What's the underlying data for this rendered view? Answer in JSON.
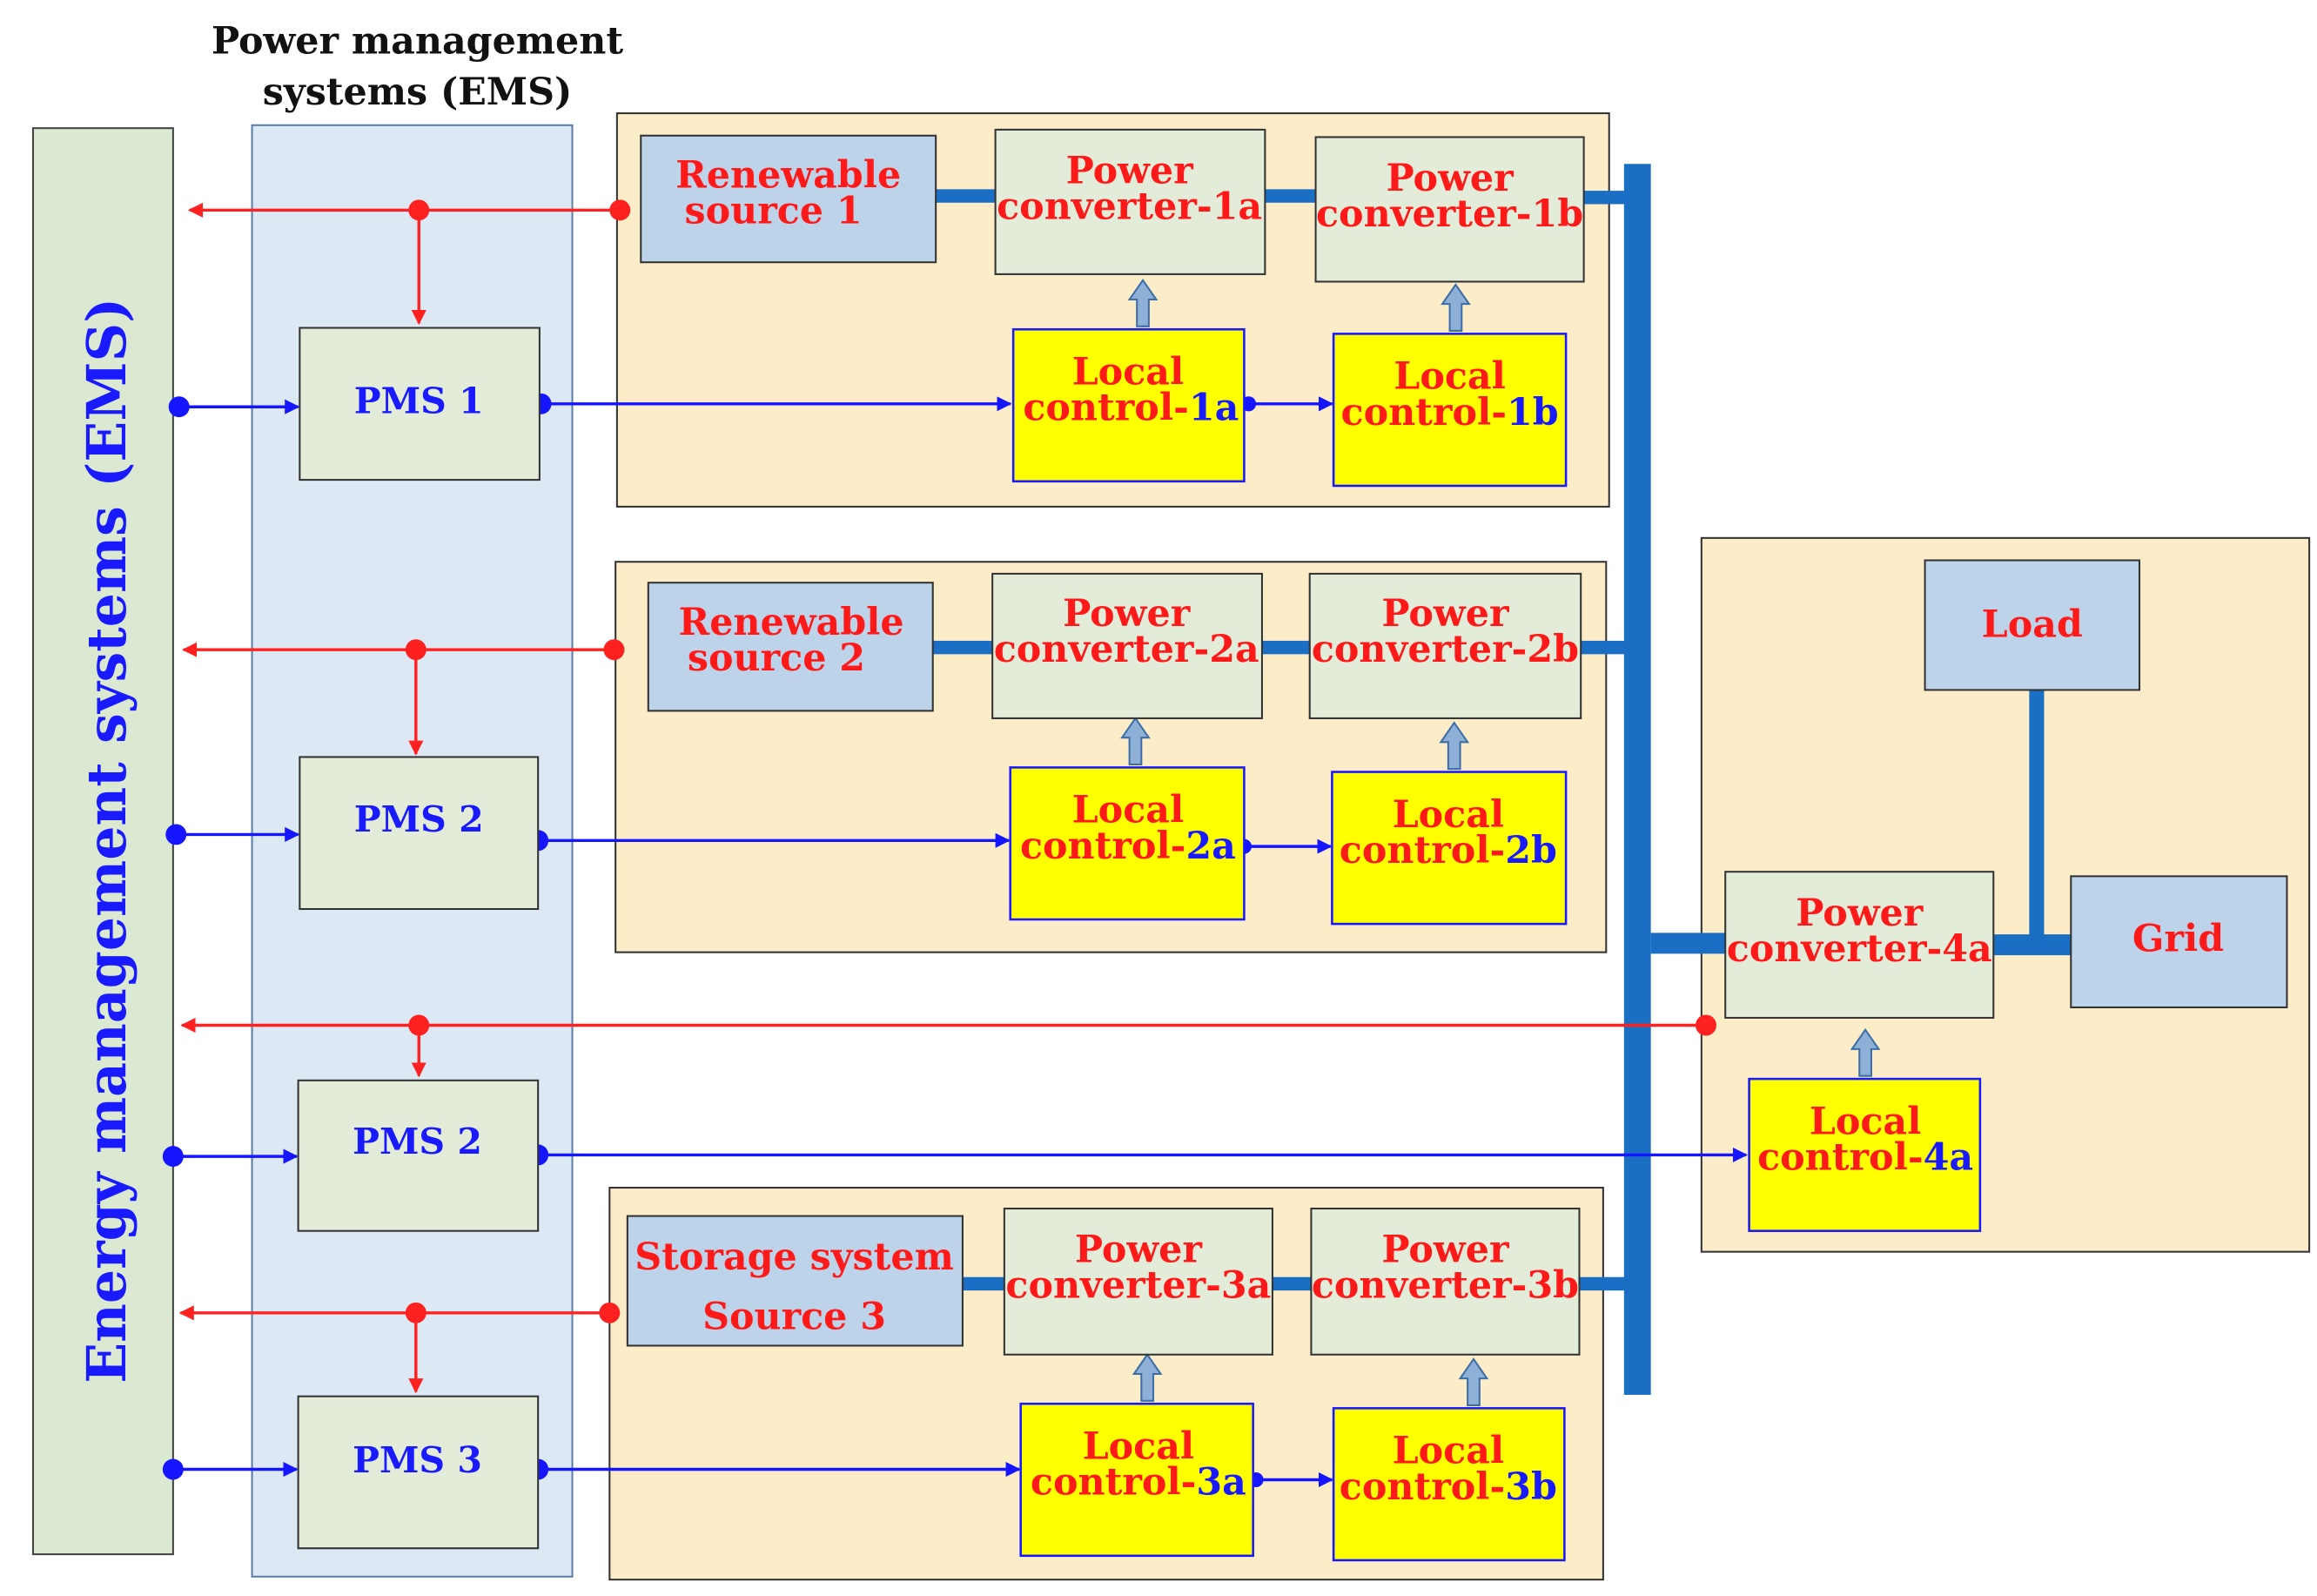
{
  "pms_column_title": [
    "Power management",
    "systems (EMS)"
  ],
  "ems_bar_label": "Energy management systems (EMS)",
  "pms_blocks": [
    {
      "id": "pms1",
      "label": "PMS 1"
    },
    {
      "id": "pms2",
      "label": "PMS 2"
    },
    {
      "id": "pms2b",
      "label": "PMS 2"
    },
    {
      "id": "pms3",
      "label": "PMS 3"
    }
  ],
  "sources": [
    {
      "id": "src1",
      "lines": [
        "Renewable",
        "source  1"
      ]
    },
    {
      "id": "src2",
      "lines": [
        "Renewable",
        "source  2"
      ]
    },
    {
      "id": "src3",
      "lines": [
        "Storage system",
        "Source  3"
      ]
    }
  ],
  "converters": [
    {
      "id": "pc1a",
      "lines": [
        "Power",
        "converter-1a"
      ]
    },
    {
      "id": "pc1b",
      "lines": [
        "Power",
        "converter-1b"
      ]
    },
    {
      "id": "pc2a",
      "lines": [
        "Power",
        "converter-2a"
      ]
    },
    {
      "id": "pc2b",
      "lines": [
        "Power",
        "converter-2b"
      ]
    },
    {
      "id": "pc3a",
      "lines": [
        "Power",
        "converter-3a"
      ]
    },
    {
      "id": "pc3b",
      "lines": [
        "Power",
        "converter-3b"
      ]
    },
    {
      "id": "pc4a",
      "lines": [
        "Power",
        "converter-4a"
      ]
    }
  ],
  "local_controls": [
    {
      "id": "lc1a",
      "line1": "Local",
      "prefix": "control-",
      "suffix": "1a"
    },
    {
      "id": "lc1b",
      "line1": "Local",
      "prefix": "control-",
      "suffix": "1b"
    },
    {
      "id": "lc2a",
      "line1": "Local",
      "prefix": "control-",
      "suffix": "2a"
    },
    {
      "id": "lc2b",
      "line1": "Local",
      "prefix": "control-",
      "suffix": "2b"
    },
    {
      "id": "lc3a",
      "line1": "Local",
      "prefix": "control-",
      "suffix": "3a"
    },
    {
      "id": "lc3b",
      "line1": "Local",
      "prefix": "control-",
      "suffix": "3b"
    },
    {
      "id": "lc4a",
      "line1": "Local",
      "prefix": "control-",
      "suffix": "4a"
    }
  ],
  "load_label": "Load",
  "grid_label": "Grid",
  "colors": {
    "measurement_red": "#ff2020",
    "control_blue": "#1515ff",
    "power_bus_blue": "#1a6fc4",
    "ems_bar_fill": "#dbe9d3",
    "pms_column_fill": "#dce9f5",
    "section_fill": "#fdecc8",
    "converter_fill": "#e3ecd9",
    "source_fill": "#bcd3ea",
    "local_control_fill": "#ffff00",
    "text_red": "#ff1a1a",
    "text_blue": "#1a1aff"
  }
}
